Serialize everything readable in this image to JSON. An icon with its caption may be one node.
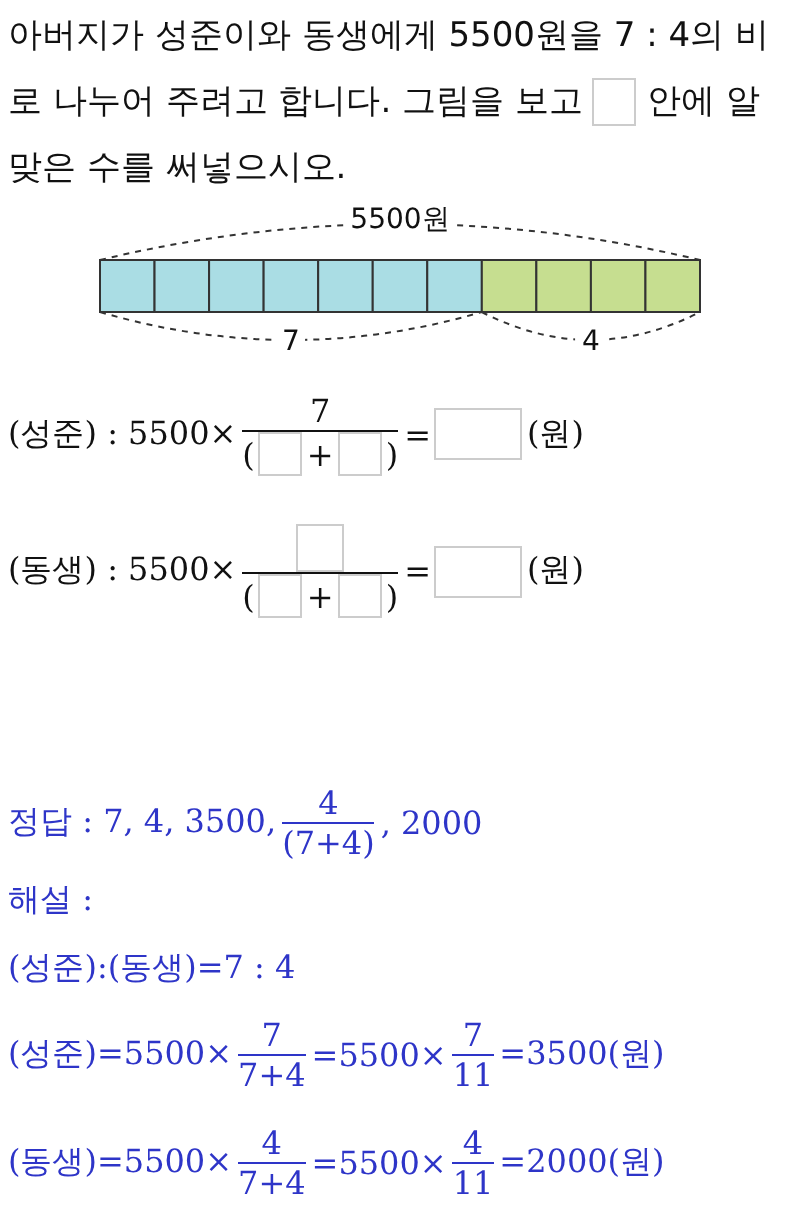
{
  "diagram": {
    "labels": [
      "아버지가 성준이와 동생에게 5500원을 7 : 4의 비로 나누어 주려고 합니다. 그림을 보고",
      "안에 알맞은 수를 써넣으시오.",
      "5500원",
      "7",
      "4",
      "(성준) : 5500×",
      "7",
      "(",
      "+",
      ")",
      "=",
      "(원)",
      "(동생) : 5500×",
      "(",
      "+",
      ")",
      "=",
      "(원)",
      "정답 : 7, 4, 3500,",
      "4",
      "(7+4)",
      ", 2000",
      "해설 :",
      "(성준):(동생)=7 : 4",
      "(성준)=5500×",
      "7",
      "7+4",
      "=5500×",
      "7",
      "11",
      "=3500(원)",
      "(동생)=5500×",
      "4",
      "7+4",
      "=5500×",
      "4",
      "11",
      "=2000(원)"
    ]
  }
}
